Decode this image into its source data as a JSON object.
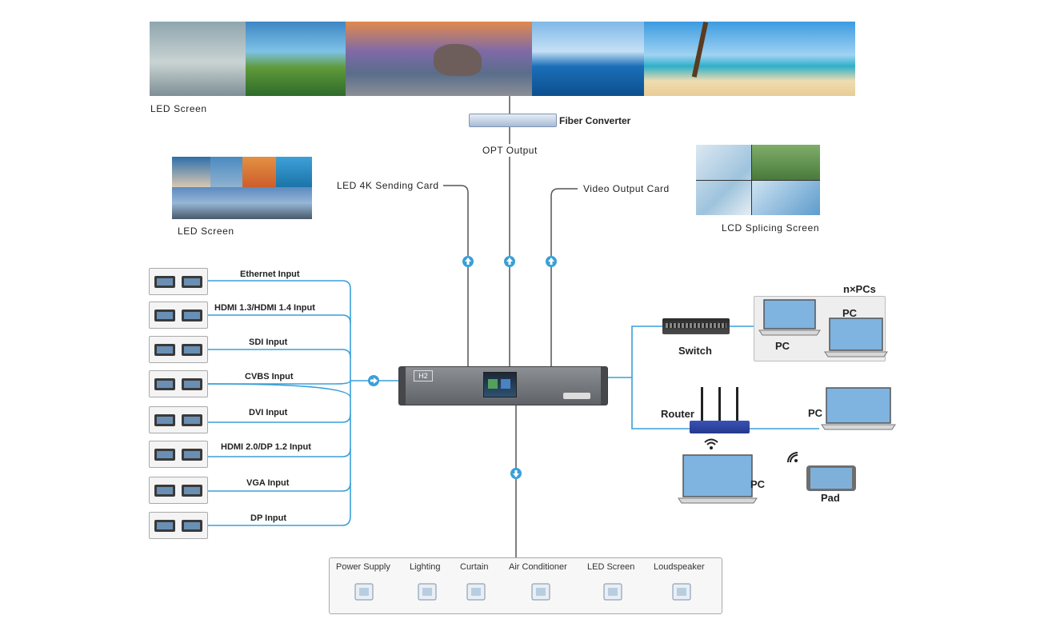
{
  "top_screen": {
    "label": "LED  Screen"
  },
  "fiber": {
    "label": "Fiber Converter",
    "opt_label": "OPT Output"
  },
  "sending_card": {
    "label": "LED  4K Sending Card",
    "screen_label": "LED  Screen"
  },
  "video_output": {
    "label": "Video Output Card",
    "screen_label": "LCD Splicing Screen"
  },
  "inputs": [
    {
      "label": "Ethernet Input",
      "icon": "ip-camera-icon"
    },
    {
      "label": "HDMI 1.3/HDMI 1.4  Input",
      "icon": "hdmi-device-icon"
    },
    {
      "label": "SDI Input",
      "icon": "video-camera-icon"
    },
    {
      "label": "CVBS Input",
      "icon": "projector-icon"
    },
    {
      "label": "DVI Input",
      "icon": "desktop-pc-icon"
    },
    {
      "label": "HDMI 2.0/DP 1.2 Input",
      "icon": "laptop-icon"
    },
    {
      "label": "VGA Input",
      "icon": "desktop-pc-icon"
    },
    {
      "label": "DP Input",
      "icon": "monitor-icon"
    }
  ],
  "processor": {
    "badge": "H2"
  },
  "network": {
    "group_label": "n×PCs",
    "switch_label": "Switch",
    "router_label": "Router",
    "pc_label": "PC",
    "pad_label": "Pad"
  },
  "control_panel": {
    "items": [
      {
        "label": "Power Supply",
        "icon": "power-supply-icon"
      },
      {
        "label": "Lighting",
        "icon": "light-bulb-icon"
      },
      {
        "label": "Curtain",
        "icon": "curtain-icon"
      },
      {
        "label": "Air Conditioner",
        "icon": "air-conditioner-icon"
      },
      {
        "label": "LED Screen",
        "icon": "curved-led-screen-icon"
      },
      {
        "label": "Loudspeaker",
        "icon": "loudspeaker-icon"
      }
    ]
  },
  "colors": {
    "wire_blue": "#3a9fd8",
    "wire_gray": "#555555",
    "device_gray": "#6b6e73"
  }
}
